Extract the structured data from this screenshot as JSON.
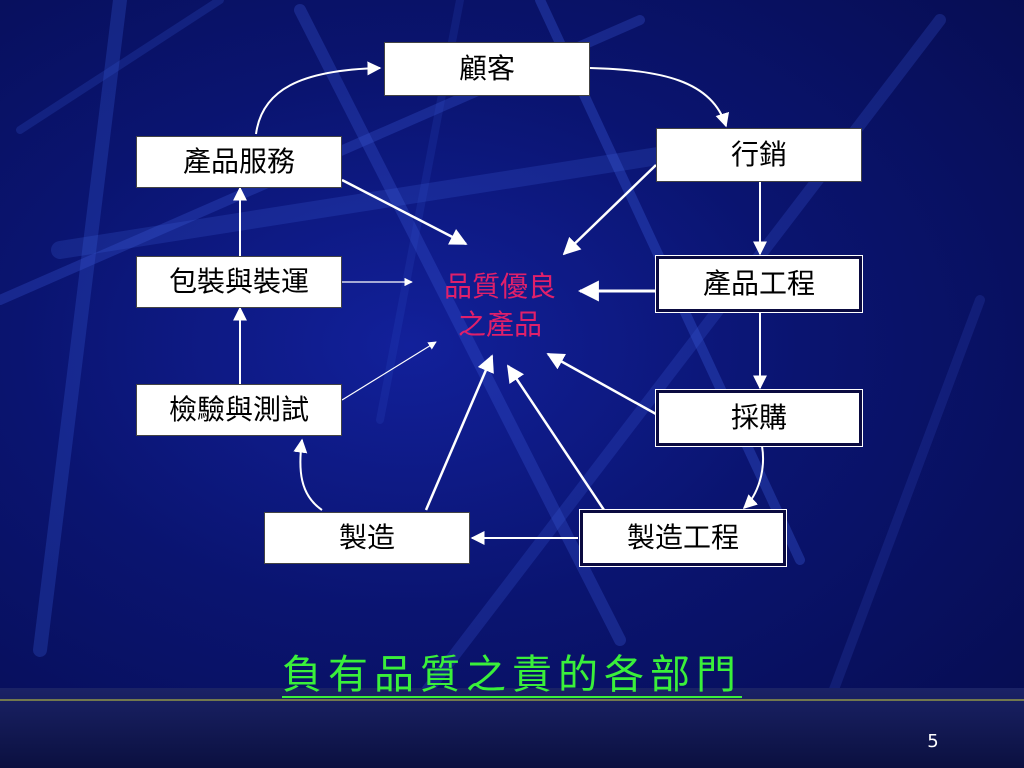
{
  "diagram": {
    "nodes": {
      "customer": "顧客",
      "marketing": "行銷",
      "product_engineering": "產品工程",
      "purchasing": "採購",
      "manufacturing_engineering": "製造工程",
      "manufacturing": "製造",
      "inspection_testing": "檢驗與測試",
      "packaging_shipping": "包裝與裝運",
      "product_service": "產品服務"
    },
    "center": {
      "line1": "品質優良",
      "line2": "之產品"
    }
  },
  "title": "負有品質之責的各部門",
  "page_number": "5",
  "colors": {
    "background": "#0a1470",
    "node_fill": "#ffffff",
    "center_text": "#e0206a",
    "title_text": "#3af03a",
    "customer_text": "#000000"
  }
}
